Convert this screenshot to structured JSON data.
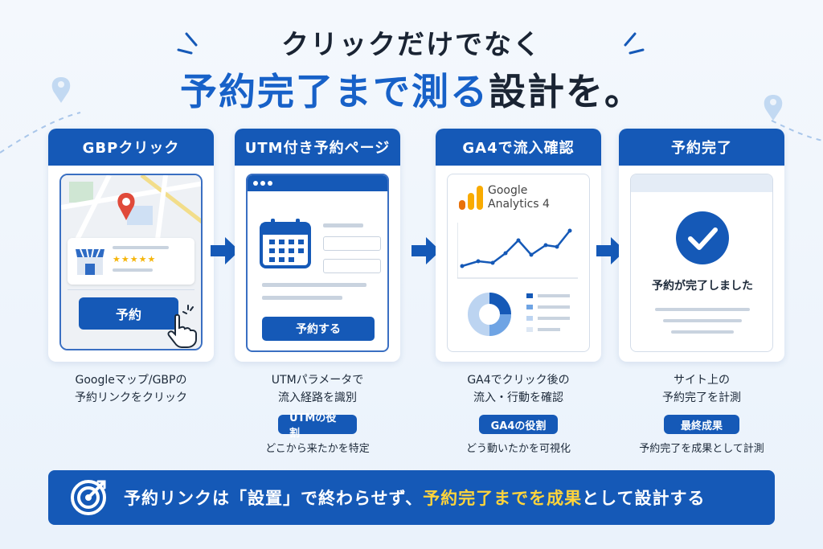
{
  "title": {
    "line1": "クリックだけでなく",
    "line2_blue": "予約完了まで測る",
    "line2_dark": "設計を。"
  },
  "steps": [
    {
      "header": "GBPクリック",
      "button": "予約",
      "caption_l1": "Googleマップ/GBPの",
      "caption_l2": "予約リンクをクリック",
      "stars": "★★★★★"
    },
    {
      "header": "UTM付き予約ページ",
      "button": "予約する",
      "caption_l1": "UTMパラメータで",
      "caption_l2": "流入経路を識別",
      "badge": "UTMの役割",
      "subcaption": "どこから来たかを特定"
    },
    {
      "header": "GA4で流入確認",
      "ga_line1": "Google",
      "ga_line2": "Analytics 4",
      "caption_l1": "GA4でクリック後の",
      "caption_l2": "流入・行動を確認",
      "badge": "GA4の役割",
      "subcaption": "どう動いたかを可視化"
    },
    {
      "header": "予約完了",
      "done_text": "予約が完了しました",
      "caption_l1": "サイト上の",
      "caption_l2": "予約完了を計測",
      "badge": "最終成果",
      "subcaption": "予約完了を成果として計測"
    }
  ],
  "banner": {
    "text_pre": "予約リンクは「設置」で終わらせず、",
    "text_hl": "予約完了までを成果",
    "text_post": "として設計する"
  },
  "colors": {
    "primary": "#1559b7",
    "highlight": "#ffd43b",
    "pin_red": "#e04a3a"
  },
  "icons": [
    "map-pin-icon",
    "store-icon",
    "pointer-hand-icon",
    "calendar-icon",
    "ga-logo-icon",
    "check-circle-icon",
    "target-icon",
    "right-arrow-icon"
  ]
}
